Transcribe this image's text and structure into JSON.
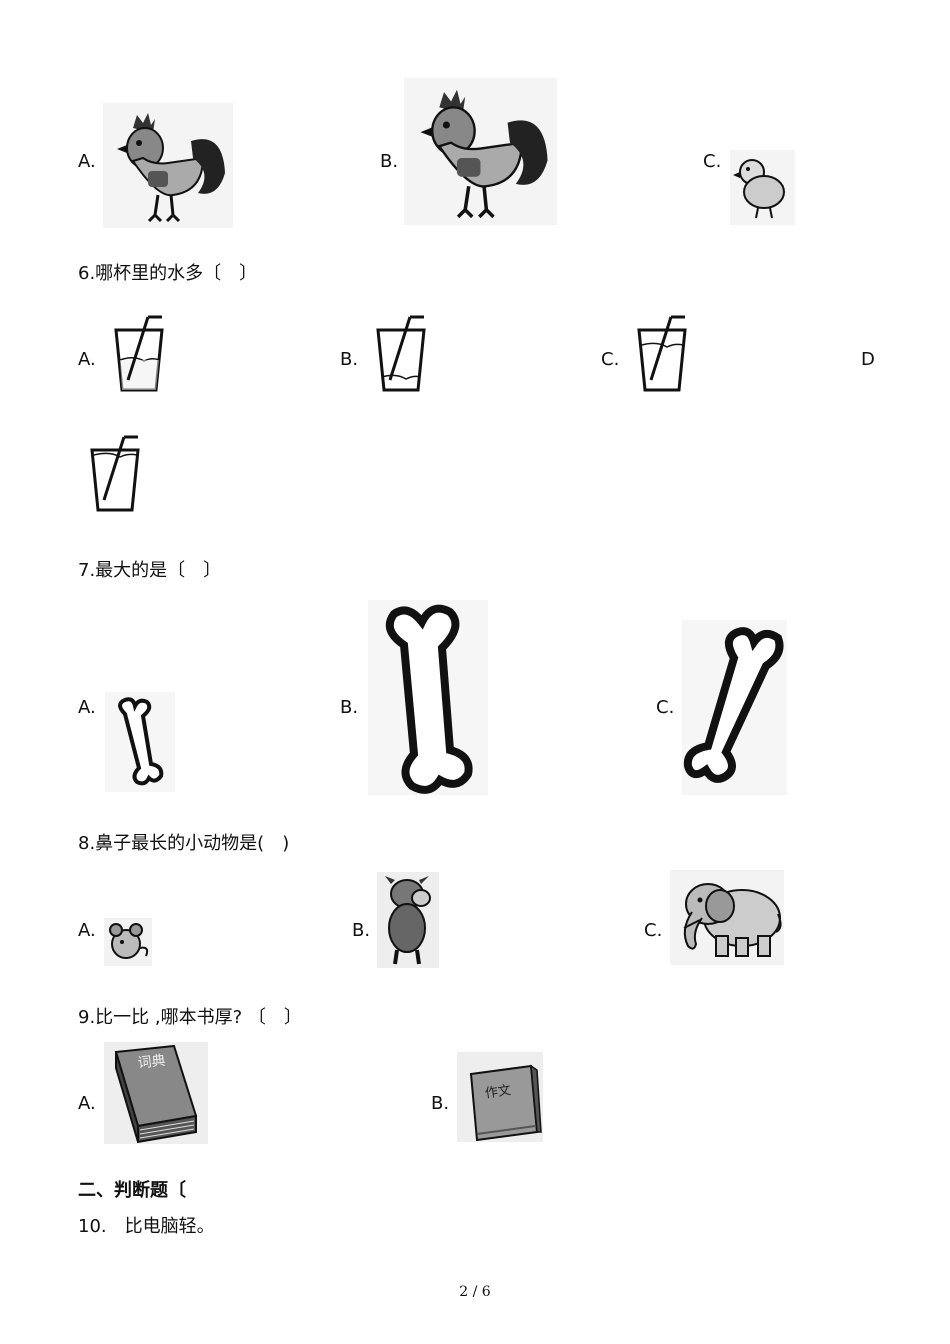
{
  "q5": {
    "options": [
      {
        "label": "A.",
        "image": "rooster-icon"
      },
      {
        "label": "B.",
        "image": "rooster-icon"
      },
      {
        "label": "C.",
        "image": "chick-icon"
      }
    ]
  },
  "q6": {
    "title": "6.哪杯里的水多〔　〕",
    "options": [
      {
        "label": "A.",
        "image": "cup-with-straw-icon"
      },
      {
        "label": "B.",
        "image": "cup-with-straw-icon"
      },
      {
        "label": "C.",
        "image": "cup-with-straw-icon"
      },
      {
        "label": "D",
        "image": "cup-with-straw-icon"
      }
    ]
  },
  "q7": {
    "title": "7.最大的是〔　〕",
    "options": [
      {
        "label": "A.",
        "image": "bone-icon"
      },
      {
        "label": "B.",
        "image": "bone-icon"
      },
      {
        "label": "C.",
        "image": "bone-icon"
      }
    ]
  },
  "q8": {
    "title": "8.鼻子最长的小动物是(　)",
    "options": [
      {
        "label": "A.",
        "image": "mouse-icon"
      },
      {
        "label": "B.",
        "image": "pig-icon"
      },
      {
        "label": "C.",
        "image": "elephant-icon"
      }
    ]
  },
  "q9": {
    "title": "9.比一比 ,哪本书厚? 〔　〕",
    "options": [
      {
        "label": "A.",
        "image": "dictionary-book-icon",
        "cover_text": "词典"
      },
      {
        "label": "B.",
        "image": "composition-book-icon",
        "cover_text": "作文"
      }
    ]
  },
  "section2": {
    "heading": "二、判断题〔",
    "q10": "10.　比电脑轻。"
  },
  "page_number": "2 / 6"
}
